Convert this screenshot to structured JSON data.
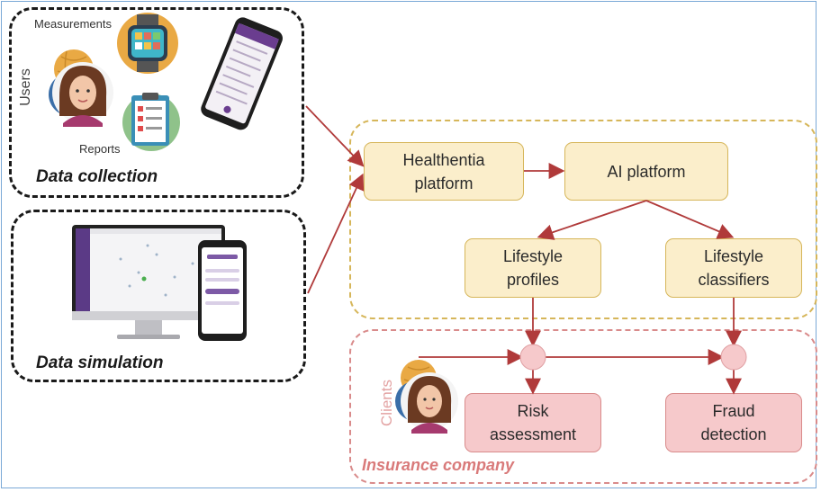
{
  "groups": {
    "data_collection": {
      "label": "Data collection",
      "measurements_label": "Measurements",
      "reports_label": "Reports",
      "users_label": "Users"
    },
    "data_simulation": {
      "label": "Data simulation"
    },
    "insurance": {
      "label": "Insurance company",
      "clients_label": "Clients"
    }
  },
  "nodes": {
    "healthentia": "Healthentia\nplatform",
    "ai_platform": "AI platform",
    "lifestyle_profiles": "Lifestyle\nprofiles",
    "lifestyle_classifiers": "Lifestyle\nclassifiers",
    "risk_assessment": "Risk\nassessment",
    "fraud_detection": "Fraud\ndetection"
  },
  "colors": {
    "arrow": "#b03a3a",
    "yellow_fill": "#fbeecb",
    "yellow_border": "#d6b65a",
    "pink_fill": "#f6c9cb",
    "pink_border": "#d98b8b"
  },
  "icons": [
    "user-avatar-icon",
    "smartwatch-icon",
    "smartphone-app-icon",
    "report-checklist-icon",
    "desktop-monitor-icon",
    "phone-app-icon"
  ]
}
